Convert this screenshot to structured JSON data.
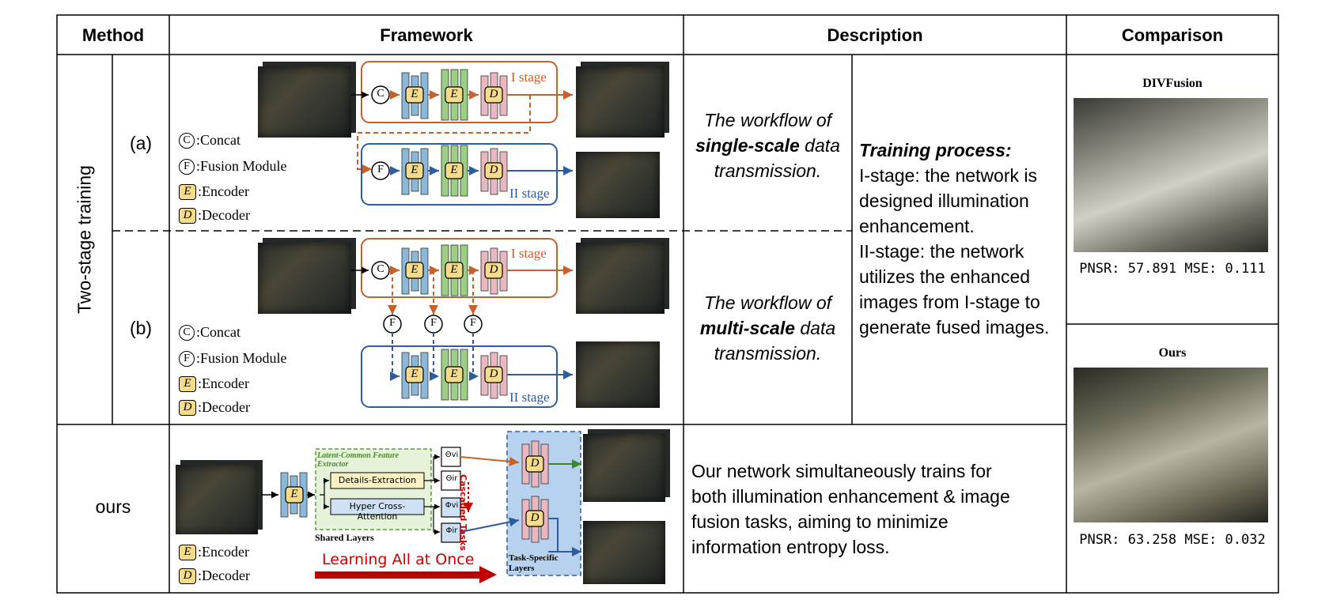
{
  "headers": {
    "method": "Method",
    "framework": "Framework",
    "description": "Description",
    "comparison": "Comparison"
  },
  "method": {
    "group_label": "Two-stage training",
    "row_a": "(a)",
    "row_b": "(b)",
    "row_ours": "ours"
  },
  "legend": {
    "concat_sym": "C",
    "concat": ":Concat",
    "fusion_sym": "F",
    "fusion": ":Fusion Module",
    "encoder_sym": "E",
    "encoder": ":Encoder",
    "decoder_sym": "D",
    "decoder": ":Decoder"
  },
  "diagram": {
    "stage1": "I stage",
    "stage2": "II stage",
    "enc": "E",
    "dec": "D",
    "concat": "C",
    "fusion": "F",
    "latent_title": "Latent-Common Feature Extractor",
    "details": "Details-Extraction",
    "hyper": "Hyper Cross-Attention",
    "shared": "Shared Layers",
    "task_specific": "Task-Specific Layers",
    "cascaded": "Cascaded Tasks",
    "learning": "Learning All at Once",
    "theta_vi": "Θvi",
    "theta_ir": "Θir",
    "phi_vi": "Φvi",
    "phi_ir": "Φir"
  },
  "description": {
    "a_1": "The workflow of",
    "a_bold": "single-scale",
    "a_2": "data",
    "a_3": "transmission.",
    "b_1": "The workflow of",
    "b_bold": "multi-scale",
    "b_2": "data",
    "b_3": "transmission.",
    "training_title": "Training process:",
    "training_lines": [
      "I-stage: the network is",
      "designed illumination",
      "enhancement.",
      "II-stage: the network",
      "utilizes the enhanced",
      "images from I-stage to",
      "generate fused images."
    ],
    "ours_lines": [
      "Our network simultaneously trains for",
      "both illumination enhancement & image",
      "fusion tasks, aiming to minimize",
      "information entropy loss."
    ]
  },
  "comparison": {
    "divfusion_title": "DIVFusion",
    "divfusion_metrics": "PNSR: 57.891 MSE: 0.111",
    "ours_title": "Ours",
    "ours_metrics": "PNSR: 63.258 MSE: 0.032"
  },
  "colors": {
    "stage1": "#c8602a",
    "stage2": "#2f5c9e",
    "encoder": "#8ab8d8",
    "middle": "#9bcf83",
    "decoder": "#e8b7c0",
    "highlight": "#f6dc8a",
    "learning": "#d00000"
  }
}
